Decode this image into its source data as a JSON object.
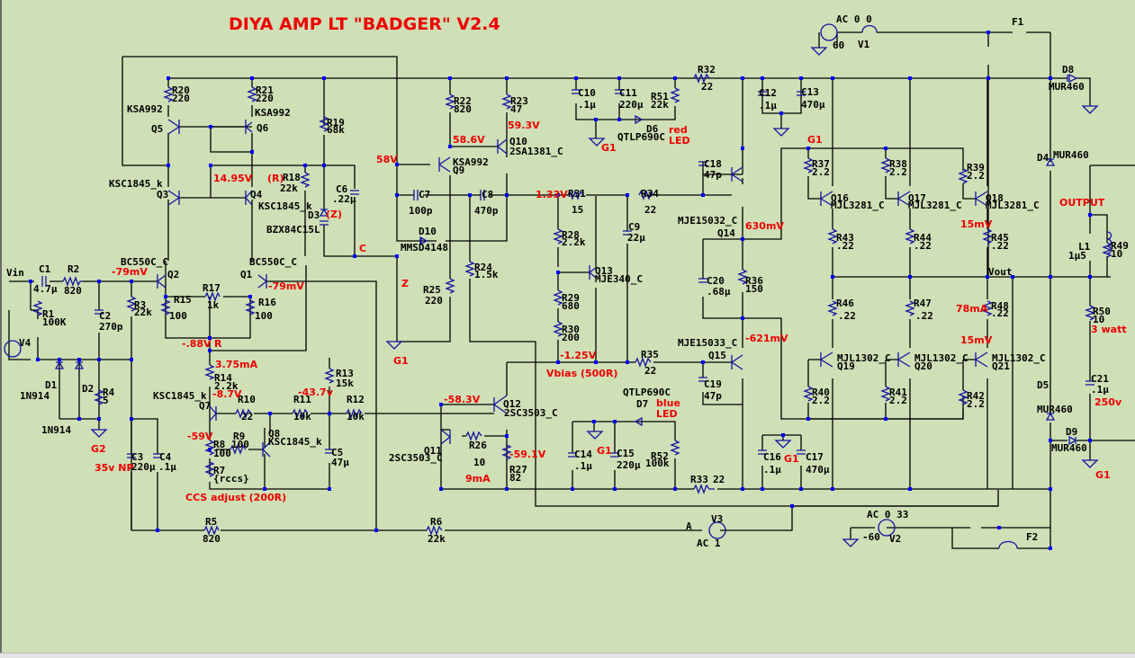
{
  "title": "DIYA AMP LT \"BADGER\" V2.4",
  "colors": {
    "background": "#cfdfb6",
    "wire": "#000000",
    "symbol": "#1414a0",
    "junction": "#0000ff",
    "annotation": "#ee0000"
  },
  "components": {
    "R1": {
      "ref": "R1",
      "value": "100K"
    },
    "R2": {
      "ref": "R2",
      "value": "820"
    },
    "R3": {
      "ref": "R3",
      "value": "22k"
    },
    "R4": {
      "ref": "R4",
      "value": "5"
    },
    "R5": {
      "ref": "R5",
      "value": "820"
    },
    "R6": {
      "ref": "R6",
      "value": "22k"
    },
    "R7": {
      "ref": "R7",
      "value": "{rccs}"
    },
    "R8": {
      "ref": "R8",
      "value": "100"
    },
    "R9": {
      "ref": "R9",
      "value": "100"
    },
    "R10": {
      "ref": "R10",
      "value": "22"
    },
    "R11": {
      "ref": "R11",
      "value": "10k"
    },
    "R12": {
      "ref": "R12",
      "value": "10k"
    },
    "R13": {
      "ref": "R13",
      "value": "15k"
    },
    "R14": {
      "ref": "R14",
      "value": "2.2k"
    },
    "R15": {
      "ref": "R15",
      "value": "100"
    },
    "R16": {
      "ref": "R16",
      "value": "100"
    },
    "R17": {
      "ref": "R17",
      "value": "1k"
    },
    "R18": {
      "ref": "R18",
      "value": "22k"
    },
    "R19": {
      "ref": "R19",
      "value": "68k"
    },
    "R20": {
      "ref": "R20",
      "value": "220"
    },
    "R21": {
      "ref": "R21",
      "value": "220"
    },
    "R22": {
      "ref": "R22",
      "value": "820"
    },
    "R23": {
      "ref": "R23",
      "value": "47"
    },
    "R24": {
      "ref": "R24",
      "value": "1.5k"
    },
    "R25": {
      "ref": "R25",
      "value": "220"
    },
    "R26": {
      "ref": "R26",
      "value": "10"
    },
    "R27": {
      "ref": "R27",
      "value": "82"
    },
    "R28": {
      "ref": "R28",
      "value": "2.2k"
    },
    "R29": {
      "ref": "R29",
      "value": "680"
    },
    "R30": {
      "ref": "R30",
      "value": "200"
    },
    "R31": {
      "ref": "R31",
      "value": "15"
    },
    "R32": {
      "ref": "R32",
      "value": "22"
    },
    "R33": {
      "ref": "R33",
      "value": "22"
    },
    "R34": {
      "ref": "R34",
      "value": "22"
    },
    "R35": {
      "ref": "R35",
      "value": "22"
    },
    "R36": {
      "ref": "R36",
      "value": "150"
    },
    "R37": {
      "ref": "R37",
      "value": "2.2"
    },
    "R38": {
      "ref": "R38",
      "value": "2.2"
    },
    "R39": {
      "ref": "R39",
      "value": "2.2"
    },
    "R40": {
      "ref": "R40",
      "value": "2.2"
    },
    "R41": {
      "ref": "R41",
      "value": "2.2"
    },
    "R42": {
      "ref": "R42",
      "value": "2.2"
    },
    "R43": {
      "ref": "R43",
      "value": ".22"
    },
    "R44": {
      "ref": "R44",
      "value": ".22"
    },
    "R45": {
      "ref": "R45",
      "value": ".22"
    },
    "R46": {
      "ref": "R46",
      "value": ".22"
    },
    "R47": {
      "ref": "R47",
      "value": ".22"
    },
    "R48": {
      "ref": "R48",
      "value": ".22"
    },
    "R49": {
      "ref": "R49",
      "value": "10"
    },
    "R50": {
      "ref": "R50",
      "value": "10"
    },
    "R51": {
      "ref": "R51",
      "value": "22k"
    },
    "R52": {
      "ref": "R52",
      "value": "100k"
    },
    "C1": {
      "ref": "C1",
      "value": "4.7µ"
    },
    "C2": {
      "ref": "C2",
      "value": "270p"
    },
    "C3": {
      "ref": "C3",
      "value": "220µ"
    },
    "C4": {
      "ref": "C4",
      "value": ".1µ"
    },
    "C5": {
      "ref": "C5",
      "value": "47µ"
    },
    "C6": {
      "ref": "C6",
      "value": ".22µ"
    },
    "C7": {
      "ref": "C7",
      "value": "100p"
    },
    "C8": {
      "ref": "C8",
      "value": "470p"
    },
    "C9": {
      "ref": "C9",
      "value": "22µ"
    },
    "C10": {
      "ref": "C10",
      "value": ".1µ"
    },
    "C11": {
      "ref": "C11",
      "value": "220µ"
    },
    "C12": {
      "ref": "C12",
      "value": ".1µ"
    },
    "C13": {
      "ref": "C13",
      "value": "470µ"
    },
    "C14": {
      "ref": "C14",
      "value": ".1µ"
    },
    "C15": {
      "ref": "C15",
      "value": "220µ"
    },
    "C16": {
      "ref": "C16",
      "value": ".1µ"
    },
    "C17": {
      "ref": "C17",
      "value": "470µ"
    },
    "C18": {
      "ref": "C18",
      "value": "47p"
    },
    "C19": {
      "ref": "C19",
      "value": "47p"
    },
    "C20": {
      "ref": "C20",
      "value": ".68µ"
    },
    "C21": {
      "ref": "C21",
      "value": ".1µ"
    },
    "Q1": {
      "ref": "Q1",
      "value": "BC550C_C"
    },
    "Q2": {
      "ref": "Q2",
      "value": "BC550C_C"
    },
    "Q3": {
      "ref": "Q3",
      "value": "KSC1845_k"
    },
    "Q4": {
      "ref": "Q4",
      "value": "KSC1845_k"
    },
    "Q5": {
      "ref": "Q5",
      "value": "KSA992"
    },
    "Q6": {
      "ref": "Q6",
      "value": "KSA992"
    },
    "Q7": {
      "ref": "Q7",
      "value": "KSC1845_k"
    },
    "Q8": {
      "ref": "Q8",
      "value": "KSC1845_k"
    },
    "Q9": {
      "ref": "Q9",
      "value": "KSA992"
    },
    "Q10": {
      "ref": "Q10",
      "value": "2SA1381_C"
    },
    "Q11": {
      "ref": "Q11",
      "value": "2SC3503_C"
    },
    "Q12": {
      "ref": "Q12",
      "value": "2SC3503_C"
    },
    "Q13": {
      "ref": "Q13",
      "value": "MJE340_C"
    },
    "Q14": {
      "ref": "Q14",
      "value": "MJE15032_C"
    },
    "Q15": {
      "ref": "Q15",
      "value": "MJE15033_C"
    },
    "Q16": {
      "ref": "Q16",
      "value": "MJL3281_C"
    },
    "Q17": {
      "ref": "Q17",
      "value": "MJL3281_C"
    },
    "Q18": {
      "ref": "Q18",
      "value": "MJL3281_C"
    },
    "Q19": {
      "ref": "Q19",
      "value": "MJL1302_C"
    },
    "Q20": {
      "ref": "Q20",
      "value": "MJL1302_C"
    },
    "Q21": {
      "ref": "Q21",
      "value": "MJL1302_C"
    },
    "D1": {
      "ref": "D1",
      "value": "1N914"
    },
    "D2": {
      "ref": "D2",
      "value": "1N914"
    },
    "D3": {
      "ref": "D3",
      "value": "BZX84C15L"
    },
    "D4": {
      "ref": "D4",
      "value": "MUR460"
    },
    "D5": {
      "ref": "D5",
      "value": "MUR460"
    },
    "D6": {
      "ref": "D6",
      "value": "QTLP690C"
    },
    "D7": {
      "ref": "D7",
      "value": "QTLP690C"
    },
    "D8": {
      "ref": "D8",
      "value": "MUR460"
    },
    "D9": {
      "ref": "D9",
      "value": "MUR460"
    },
    "D10": {
      "ref": "D10",
      "value": "MMSD4148"
    },
    "L1": {
      "ref": "L1",
      "value": "1µ5"
    },
    "F1": {
      "ref": "F1"
    },
    "F2": {
      "ref": "F2"
    },
    "V1": {
      "ref": "V1",
      "spec": "AC 0 0",
      "value": "60"
    },
    "V2": {
      "ref": "V2",
      "spec": "AC 0 33",
      "value": "-60"
    },
    "V3": {
      "ref": "V3",
      "spec": "AC 1"
    },
    "V4": {
      "ref": "V4"
    }
  },
  "nets": {
    "vin": "Vin",
    "vout": "Vout",
    "a": "A",
    "c": "C",
    "z": "Z",
    "r": "R",
    "r_paren": "(R)",
    "z_paren": "(Z)",
    "g1": "G1",
    "g2": "G2",
    "output": "OUTPUT"
  },
  "annotations": {
    "v_58": "58V",
    "v_586": "58.6V",
    "v_593": "59.3V",
    "v_1495": "14.95V",
    "v_133": "1.33V",
    "v_m79_q2": "-79mV",
    "v_m79_q1": "-79mV",
    "v_m088": "-.88V",
    "i_375": "3.75mA",
    "v_m87": "-8.7V",
    "v_m437": "-43.7v",
    "v_m59": "-59V",
    "v_m583": "-58.3V",
    "v_m591": "-59.1V",
    "i_9": "9mA",
    "v_m125": "-1.25V",
    "vbias": "Vbias (500R)",
    "v_630": "630mV",
    "v_m621": "-621mV",
    "v_15_top": "15mV",
    "v_15_bot": "15mV",
    "i_78": "78mA",
    "ccs": "CCS adjust (200R)",
    "np35": "35v NP",
    "red": "red",
    "blue": "blue",
    "led": "LED",
    "led2": "LED",
    "watt3": "3 watt",
    "v250": "250v"
  }
}
